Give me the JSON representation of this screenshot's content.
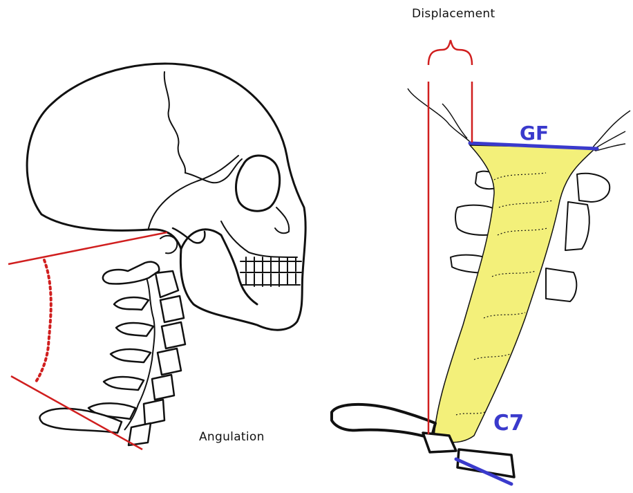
{
  "labels": {
    "displacement": "Displacement",
    "angulation": "Angulation",
    "gf": "GF",
    "c7": "C7"
  },
  "colors": {
    "outline": "#111111",
    "measure_line": "#d01e1e",
    "reference_line": "#3a3acc",
    "spine_fill": "#f3f07a"
  },
  "figures": {
    "left": "skull-with-cervical-spine-lateral-view",
    "right": "cervical-spine-alignment-schematic"
  }
}
